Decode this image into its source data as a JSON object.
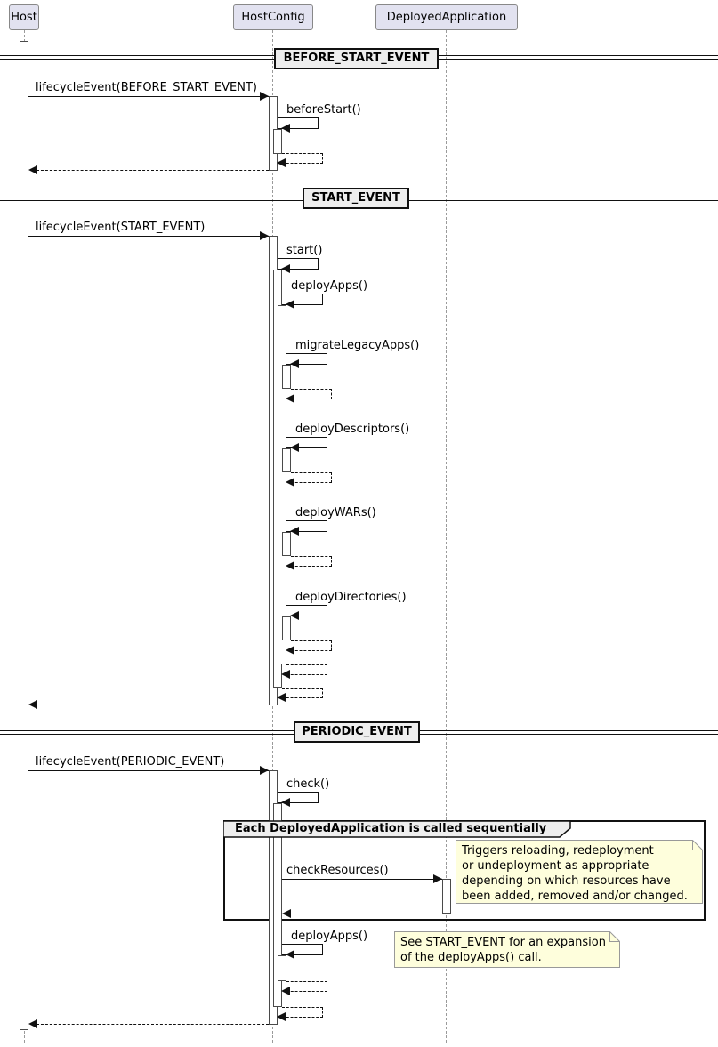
{
  "participants": [
    {
      "label": "Host"
    },
    {
      "label": "HostConfig"
    },
    {
      "label": "DeployedApplication"
    }
  ],
  "dividers": [
    {
      "label": "BEFORE_START_EVENT"
    },
    {
      "label": "START_EVENT"
    },
    {
      "label": "PERIODIC_EVENT"
    }
  ],
  "messages": {
    "lifecycle_before": "lifecycleEvent(BEFORE_START_EVENT)",
    "before_start": "beforeStart()",
    "lifecycle_start": "lifecycleEvent(START_EVENT)",
    "start": "start()",
    "deploy_apps": "deployApps()",
    "migrate_legacy_apps": "migrateLegacyApps()",
    "deploy_descriptors": "deployDescriptors()",
    "deploy_wars": "deployWARs()",
    "deploy_directories": "deployDirectories()",
    "lifecycle_periodic": "lifecycleEvent(PERIODIC_EVENT)",
    "check": "check()",
    "check_resources": "checkResources()",
    "deploy_apps_periodic": "deployApps()"
  },
  "group": {
    "label": "Each DeployedApplication is called sequentially"
  },
  "notes": [
    {
      "lines": [
        "Triggers reloading, redeployment",
        "or undeployment as appropriate",
        "depending on which resources have",
        "been added, removed and/or changed."
      ]
    },
    {
      "lines": [
        "See START_EVENT for an expansion",
        "of the deployApps() call."
      ]
    }
  ],
  "colors": {
    "participant_fill": "#E2E2F0",
    "participant_border": "#888888",
    "divider_fill": "#EEEEEE",
    "frame_header_fill": "#EEEEEE",
    "note_fill": "#FEFEDC",
    "note_border": "#999999",
    "line": "#111111"
  }
}
